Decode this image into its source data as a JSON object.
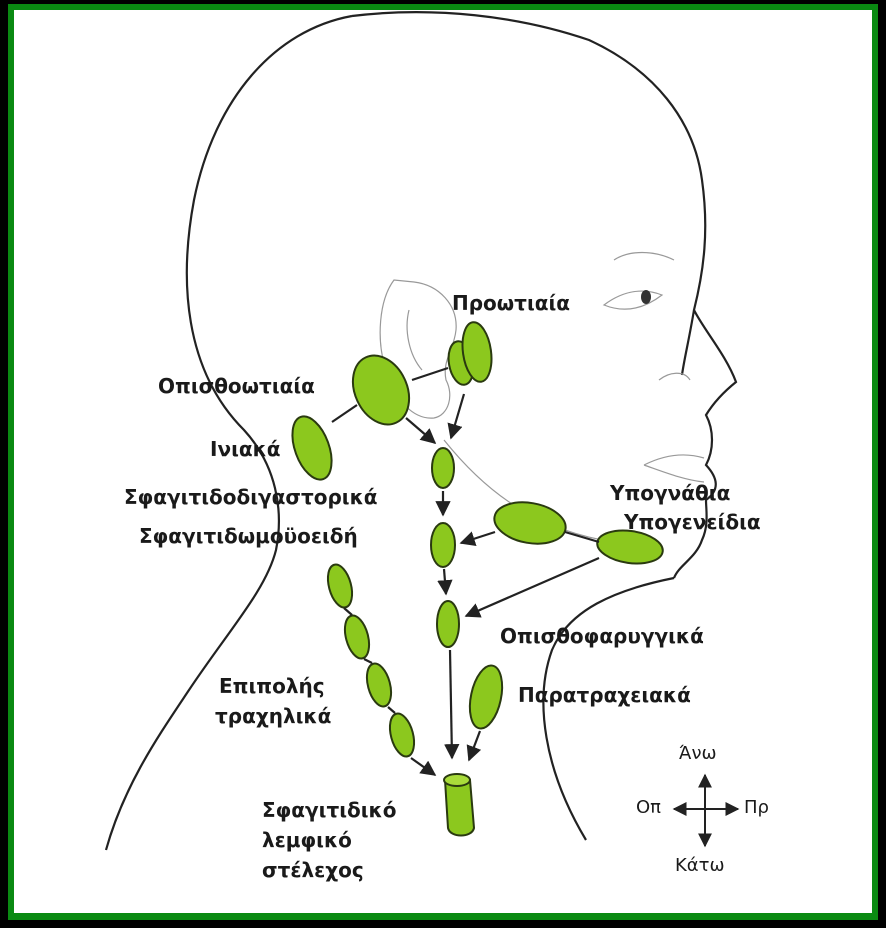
{
  "colors": {
    "border": "#0a8a12",
    "node_fill": "#8cc81e",
    "node_stroke": "#2a3a10",
    "line": "#222222"
  },
  "labels": {
    "preauricular": "Προωτιαία",
    "postauricular": "Οπισθοωτιαία",
    "occipital": "Ινιακά",
    "jugulodigastric": "Σφαγιτιδοδιγαστορικά",
    "juguloomohyoid": "Σφαγιτιδωμοϋοειδή",
    "submandibular": "Υπογνάθια",
    "submental": "Υπογενείδια",
    "retropharyngeal": "Οπισθοφαρυγγικά",
    "paratracheal": "Παρατραχειακά",
    "superficial_cervical_line1": "Επιπολής",
    "superficial_cervical_line2": "τραχηλικά",
    "jugular_trunk_line1": "Σφαγιτιδικό",
    "jugular_trunk_line2": "λεμφικό",
    "jugular_trunk_line3": "στέλεχος"
  },
  "compass": {
    "up": "Άνω",
    "down": "Κάτω",
    "left": "Οπ",
    "right": "Πρ"
  }
}
